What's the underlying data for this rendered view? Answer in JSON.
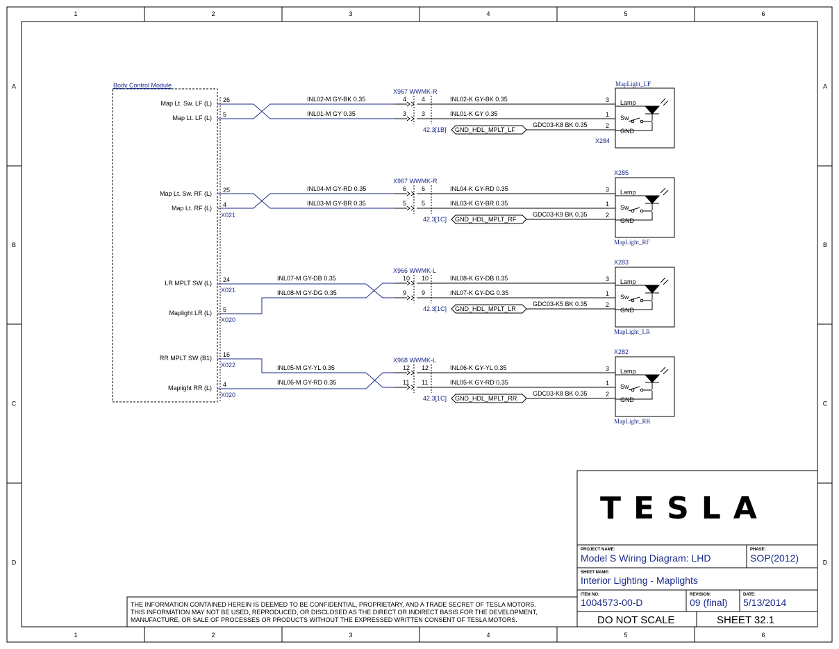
{
  "border": {
    "columns": [
      "1",
      "2",
      "3",
      "4",
      "5",
      "6"
    ],
    "rows": [
      "A",
      "B",
      "C",
      "D"
    ]
  },
  "module": {
    "title": "Body Control Module",
    "pins": [
      {
        "label": "Map Lt. Sw. LF (L)",
        "pin": "26"
      },
      {
        "label": "Map Lt. LF (L)",
        "pin": "5"
      },
      {
        "label": "Map Lt. Sw. RF (L)",
        "pin": "25"
      },
      {
        "label": "Map Lt. RF (L)",
        "pin": "4"
      },
      {
        "label": "LR MPLT SW (L)",
        "pin": "24"
      },
      {
        "label": "Maplight LR (L)",
        "pin": "5"
      },
      {
        "label": "RR MPLT SW (B1)",
        "pin": "16"
      },
      {
        "label": "Maplight RR (L)",
        "pin": "4"
      }
    ],
    "connectors": [
      "X021",
      "X021",
      "X020",
      "X022",
      "X020"
    ]
  },
  "circuits": [
    {
      "inline": "X967 WWMK-R",
      "wires_left": [
        "INL02-M GY-BK 0.35",
        "INL01-M GY 0.35"
      ],
      "inline_pins": [
        [
          "4",
          "4"
        ],
        [
          "3",
          "3"
        ]
      ],
      "wires_right": [
        "INL02-K GY-BK 0.35",
        "INL01-K GY 0.35"
      ],
      "ground_ref": "42.3[1B]",
      "ground_name": "GND_HDL_MPLT_LF",
      "ground_wire": "GDC03-K8 BK 0.35",
      "lamp_pins": [
        "3",
        "1",
        "2"
      ],
      "lamp_conn": "X284",
      "lamp_name": "MapLight_LF"
    },
    {
      "inline": "X967 WWMK-R",
      "wires_left": [
        "INL04-M GY-RD 0.35",
        "INL03-M GY-BR 0.35"
      ],
      "inline_pins": [
        [
          "6",
          "6"
        ],
        [
          "5",
          "5"
        ]
      ],
      "wires_right": [
        "INL04-K GY-RD 0.35",
        "INL03-K GY-BR 0.35"
      ],
      "ground_ref": "42.3[1C]",
      "ground_name": "GND_HDL_MPLT_RF",
      "ground_wire": "GDC03-K9 BK 0.35",
      "lamp_pins": [
        "3",
        "1",
        "2"
      ],
      "lamp_conn": "X285",
      "lamp_name": "MapLight_RF"
    },
    {
      "inline": "X966 WWMK-L",
      "wires_left": [
        "INL07-M GY-DB 0.35",
        "INL08-M GY-DG 0.35"
      ],
      "inline_pins": [
        [
          "10",
          "10"
        ],
        [
          "9",
          "9"
        ]
      ],
      "wires_right": [
        "INL08-K GY-DB 0.35",
        "INL07-K GY-DG 0.35"
      ],
      "ground_ref": "42.3[1C]",
      "ground_name": "GND_HDL_MPLT_LR",
      "ground_wire": "GDC03-K5 BK 0.35",
      "lamp_pins": [
        "3",
        "1",
        "2"
      ],
      "lamp_conn": "X283",
      "lamp_name": "MapLight_LR"
    },
    {
      "inline": "X968 WWMK-L",
      "wires_left": [
        "INL05-M GY-YL 0.35",
        "INL06-M GY-RD 0.35"
      ],
      "inline_pins": [
        [
          "12",
          "12"
        ],
        [
          "11",
          "11"
        ]
      ],
      "wires_right": [
        "INL06-K GY-YL 0.35",
        "INL05-K GY-RD 0.35"
      ],
      "ground_ref": "42.3[1C]",
      "ground_name": "GND_HDL_MPLT_RR",
      "ground_wire": "GDC03-K8 BK 0.35",
      "lamp_pins": [
        "3",
        "1",
        "2"
      ],
      "lamp_conn": "X282",
      "lamp_name": "MapLight_RR"
    }
  ],
  "lamp_labels": {
    "lamp": "Lamp",
    "sw": "Sw",
    "gnd": "GND"
  },
  "disclaimer": [
    "THE INFORMATION CONTAINED HEREIN IS DEEMED TO BE CONFIDENTIAL, PROPRIETARY, AND A TRADE SECRET OF TESLA MOTORS.",
    "THIS INFORMATION MAY NOT BE USED, REPRODUCED, OR DISCLOSED AS THE DIRECT OR INDIRECT BASIS FOR THE DEVELOPMENT,",
    "MANUFACTURE, OR SALE OF PROCESSES OR PRODUCTS WITHOUT THE EXPRESSED WRITTEN CONSENT OF TESLA MOTORS."
  ],
  "title_block": {
    "logo": "TESLA",
    "project_label": "PROJECT NAME:",
    "project": "Model S Wiring Diagram: LHD",
    "phase_label": "PHASE:",
    "phase": "SOP(2012)",
    "sheet_name_label": "SHEET NAME:",
    "sheet_name": "Interior Lighting - Maplights",
    "item_label": "ITEM NO:",
    "item": "1004573-00-D",
    "revision_label": "REVISION:",
    "revision": "09 (final)",
    "date_label": "DATE:",
    "date": "5/13/2014",
    "scale": "DO NOT SCALE",
    "sheet": "SHEET 32.1"
  },
  "colors": {
    "wire": "#1a2a8a",
    "line": "#000000"
  }
}
